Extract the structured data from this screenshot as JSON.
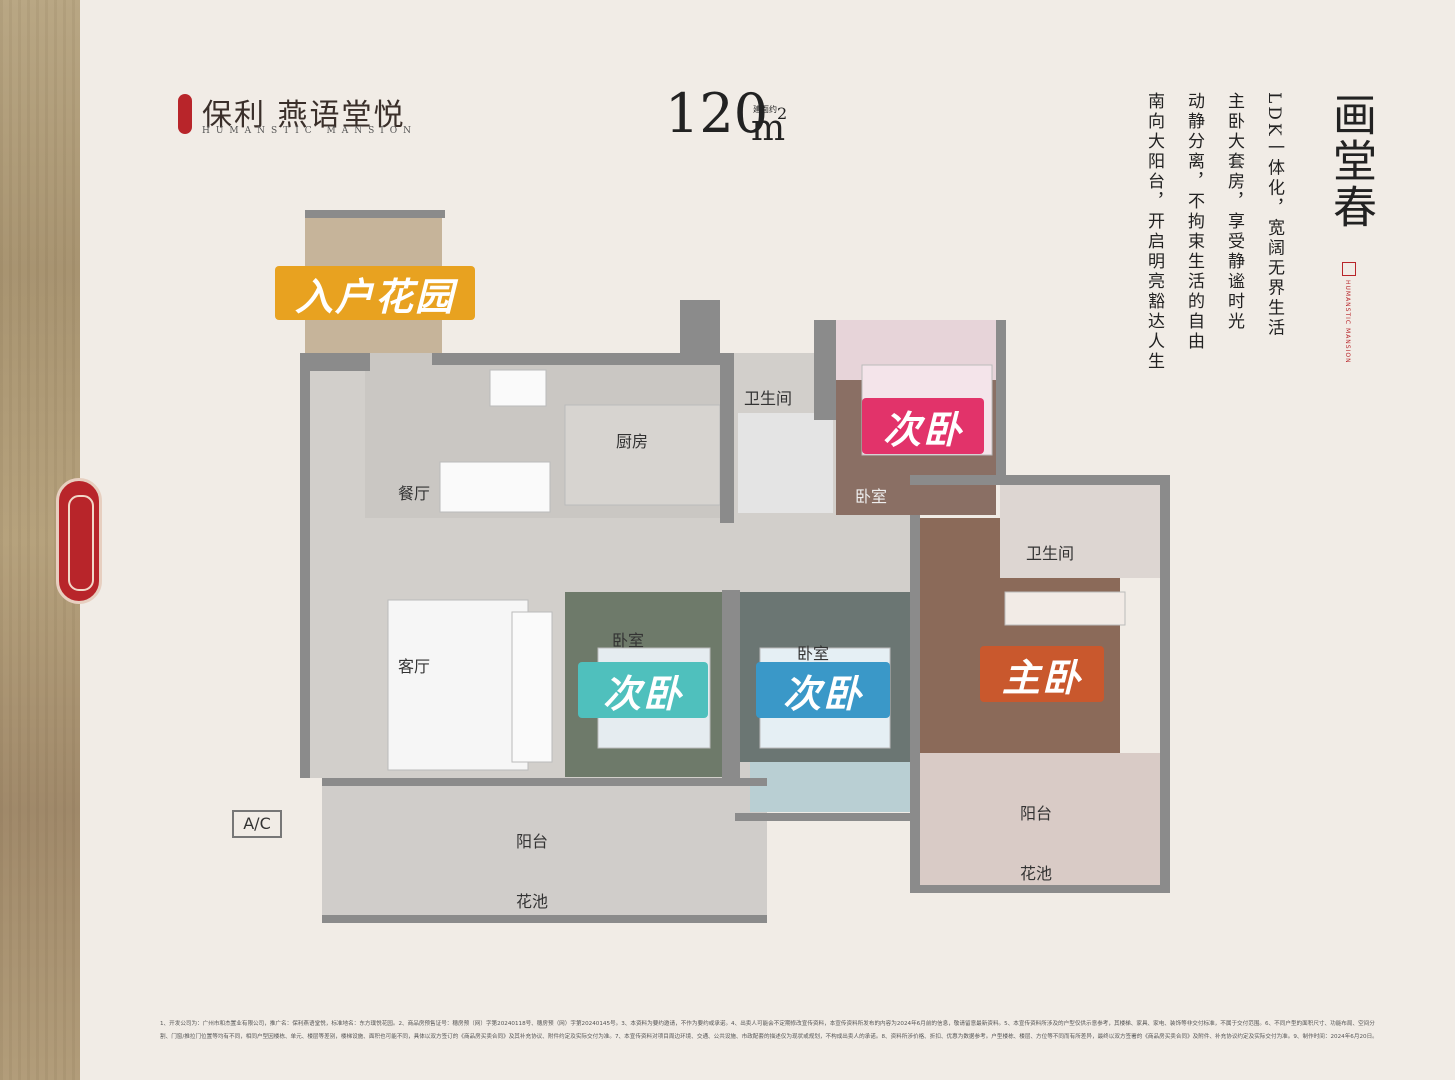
{
  "brand": {
    "name": "保利 燕语堂悦",
    "subtitle": "HUMANSTIC MANSION"
  },
  "area": {
    "value": "120",
    "prefix": "建面约",
    "unit": "m",
    "sup": "2"
  },
  "title": "画堂春",
  "vertical_mark": "HUMANSTIC MANSION",
  "tagline": [
    "LDK一体化，宽阔无界生活",
    "主卧大套房，享受静谧时光",
    "动静分离，不拘束生活的自由",
    "南向大阳台，开启明亮豁达人生"
  ],
  "badges": {
    "garden": "入户花园",
    "secondary": "次卧",
    "master": "主卧"
  },
  "rooms": {
    "bath": "卫生间",
    "kitchen": "厨房",
    "dining": "餐厅",
    "bedroom": "卧室",
    "living": "客厅",
    "balcony": "阳台",
    "planter": "花池",
    "ac": "A/C"
  },
  "colors": {
    "garden": "#e8a220",
    "pink": "#e2336a",
    "teal": "#4fc0bd",
    "blue": "#3a98c8",
    "master": "#c9582d"
  },
  "footnote": "1、开发公司为：广州市和杰置业有限公司，推广名：保利燕语堂悦，标准地名：东方璞悦花园。2、商品房预售证号：穗房预（网）字第20240118号、穗房预（网）字第20240145号。3、本资料为要约邀请，不作为要约或承诺。4、出卖人可能会不定期修改宣传资料，本宣传资料所发布的内容为2024年6月前的信息，敬请留意最新资料。5、本宣传资料所涉及的户型仅供示意参考，其楼梯、家具、家电、装饰等非交付标准，不属于交付范围。6、不同户型的面积尺寸、功能布局、空间分割、门窗/推拉门位置等均有不同，相同户型因楼栋、单元、楼层等差别，楼梯设施、面积也可能不同，具体以双方签订的《商品房买卖合同》及其补充协议、附件约定及实际交付为准。7、本宣传资料对项目周边环境、交通、公共设施、市政配套的描述仅为现状或规划，不构成出卖人的承诺。8、资料所涉价格、折扣、优惠为数据参考。户型楼栋、楼层、方位等不同而有所差异，最终以双方签署的《商品房买卖合同》及附件、补充协议约定及实际交付为准。9、制作时间：2024年6月20日。"
}
